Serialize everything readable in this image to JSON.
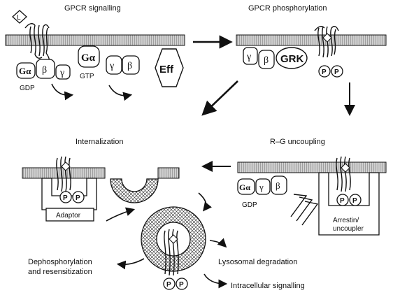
{
  "panels": {
    "signalling": {
      "title": "GPCR signalling"
    },
    "phosphorylation": {
      "title": "GPCR phosphorylation"
    },
    "internalization": {
      "title": "Internalization"
    },
    "uncoupling": {
      "title": "R–G uncoupling"
    }
  },
  "labels": {
    "ligand": "L",
    "g_alpha": "Gα",
    "beta": "β",
    "gamma": "γ",
    "gdp": "GDP",
    "gtp": "GTP",
    "effector": "Eff",
    "grk": "GRK",
    "phospho": "P",
    "adaptor": "Adaptor",
    "arrestin_line1": "Arrestin/",
    "arrestin_line2": "uncoupler",
    "dephos_line1": "Dephosphorylation",
    "dephos_line2": "and resensitization",
    "lysosomal": "Lysosomal degradation",
    "intracellular": "Intracellular signalling"
  },
  "colors": {
    "ink": "#111111",
    "membrane_fill": "#bdbdbd",
    "background": "#ffffff"
  }
}
